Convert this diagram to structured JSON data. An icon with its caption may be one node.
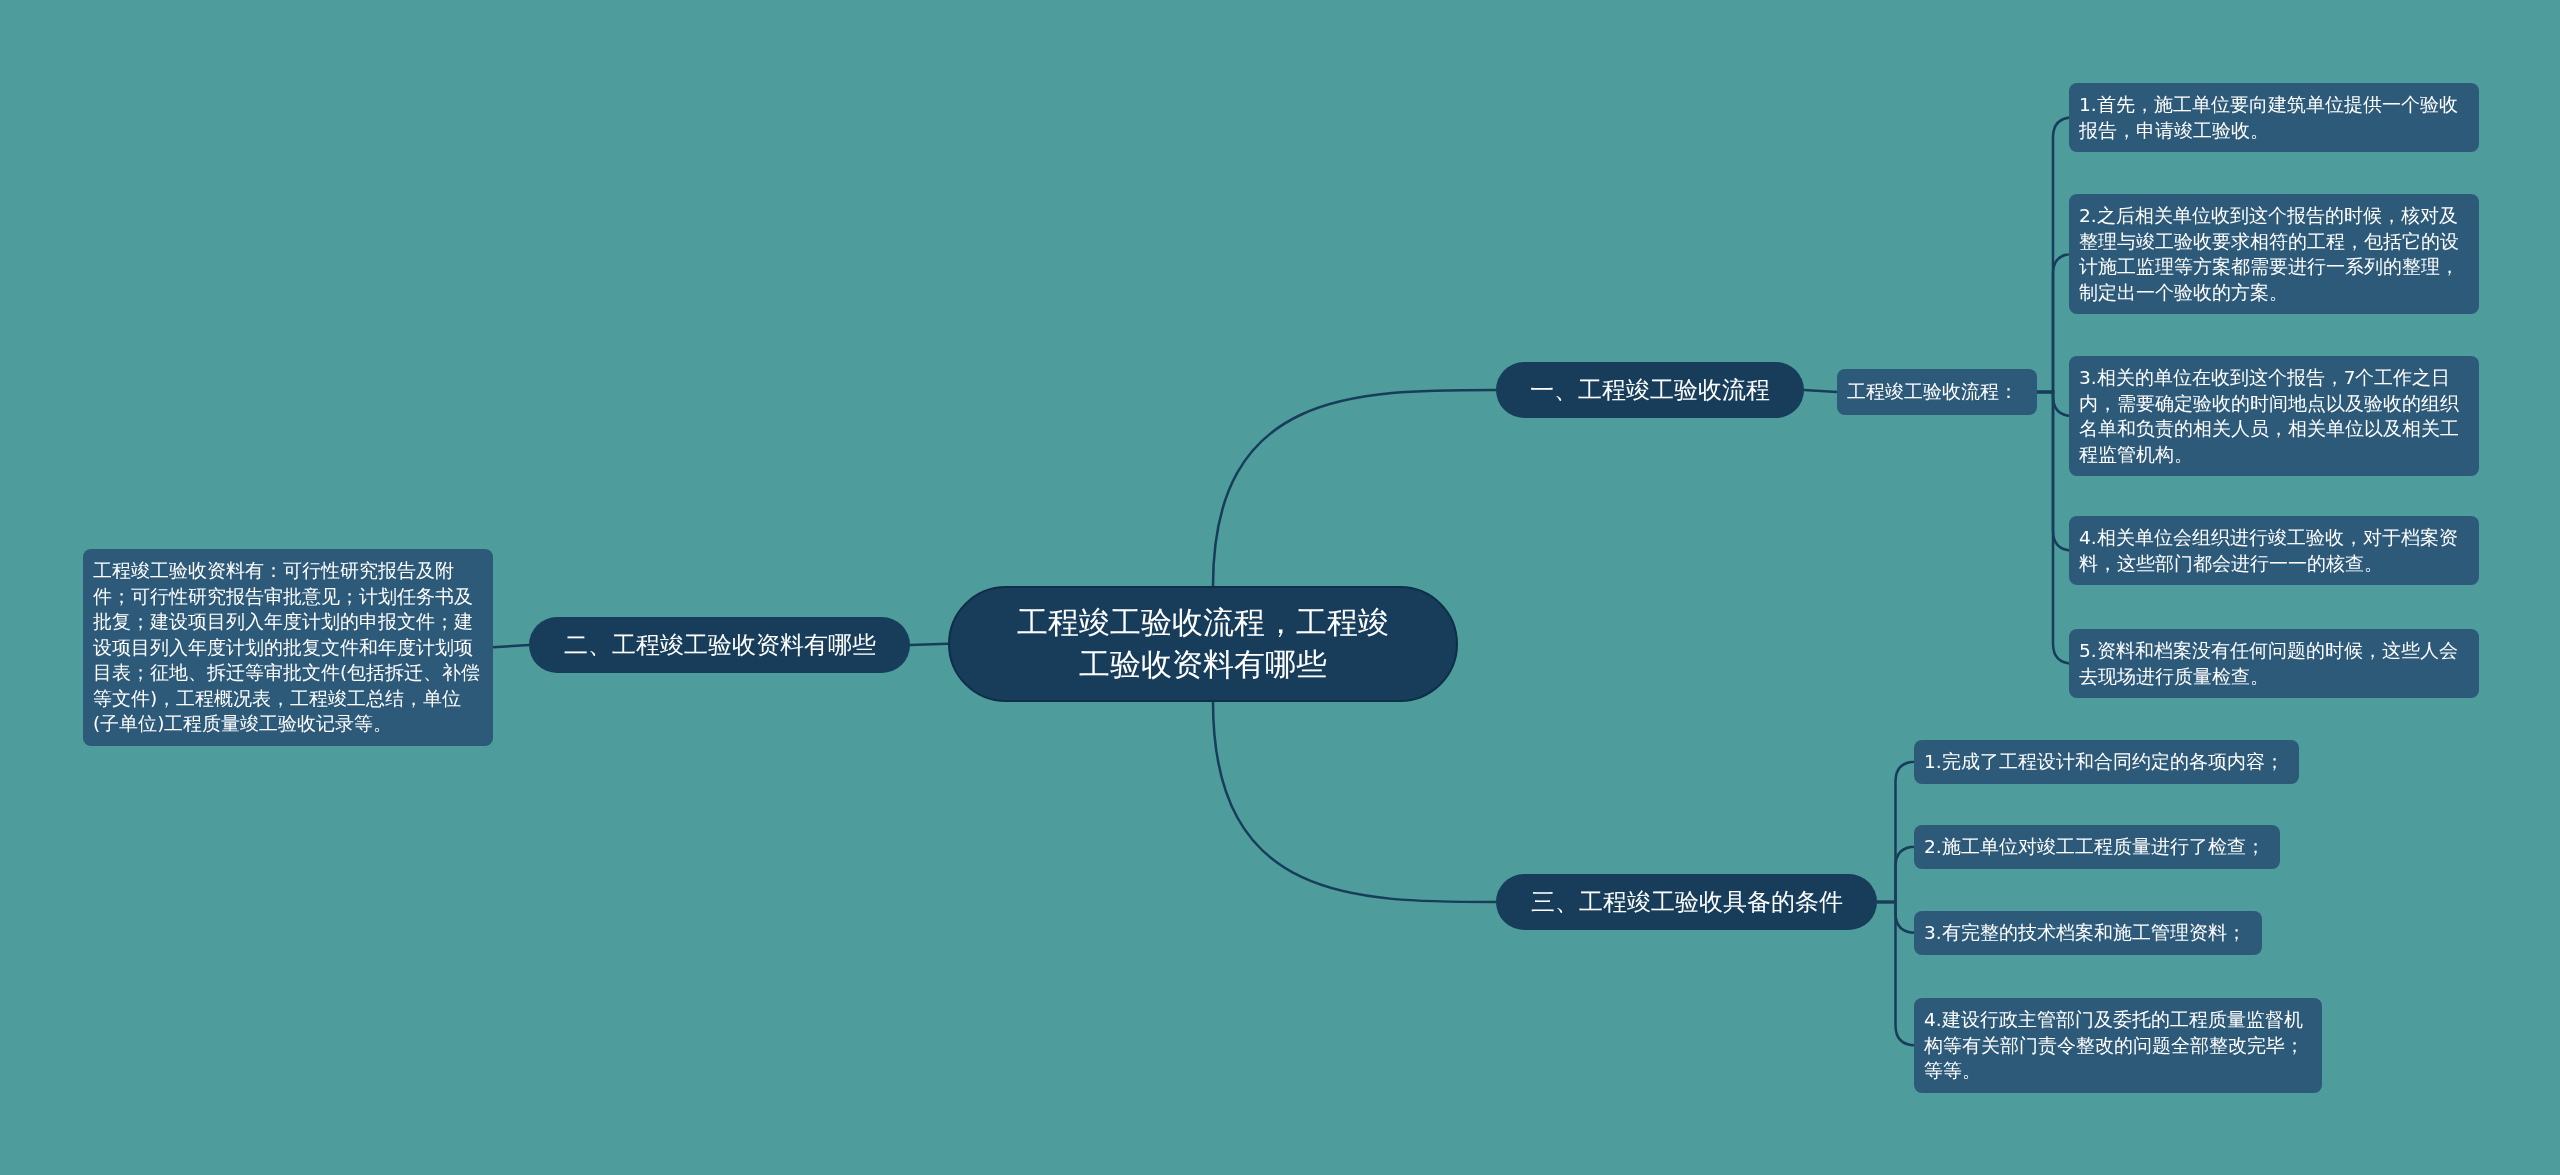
{
  "diagram": {
    "nodes": [
      {
        "text": [
          "工程竣工验收流程，工程竣工验收资料有哪些"
        ]
      },
      {
        "text": [
          "一、工程竣工验收流程"
        ]
      },
      {
        "text": [
          "工程竣工验收流程："
        ]
      },
      {
        "text": [
          "1.首先，施工单位要向建筑单位提供一个验收报告，申请竣工验收。"
        ]
      },
      {
        "text": [
          "2.之后相关单位收到这个报告的时候，核对及整理与竣工验收要求相符的工程，包括它的设计施工监理等方案都需要进行一系列的整理，制定出一个验收的方案。"
        ]
      },
      {
        "text": [
          "3.相关的单位在收到这个报告，7个工作之日内，需要确定验收的时间地点以及验收的组织名单和负责的相关人员，相关单位以及相关工程监管机构。"
        ]
      },
      {
        "text": [
          "4.相关单位会组织进行竣工验收，对于档案资料，这些部门都会进行一一的核查。"
        ]
      },
      {
        "text": [
          "5.资料和档案没有任何问题的时候，这些人会去现场进行质量检查。"
        ]
      },
      {
        "text": [
          "二、工程竣工验收资料有哪些"
        ]
      },
      {
        "text": [
          "工程竣工验收资料有：可行性研究报告及附件；可行性研究报告审批意见；计划任务书及批复；建设项目列入年度计划的申报文件；建设项目列入年度计划的批复文件和年度计划项目表；征地、拆迁等审批文件(包括拆迁、补偿等文件)，工程概况表，工程竣工总结，单位(子单位)工程质量竣工验收记录等。"
        ]
      },
      {
        "text": [
          "三、工程竣工验收具备的条件"
        ]
      },
      {
        "text": [
          "1.完成了工程设计和合同约定的各项内容；"
        ]
      },
      {
        "text": [
          "2.施工单位对竣工工程质量进行了检查；"
        ]
      },
      {
        "text": [
          "3.有完整的技术档案和施工管理资料；"
        ]
      },
      {
        "text": [
          "4.建设行政主管部门及委托的工程质量监督机构等有关部门责令整改的问题全部整改完毕；等等。"
        ]
      }
    ],
    "edges": [
      {
        "from": 0,
        "to": 1,
        "arrow": "none"
      },
      {
        "from": 1,
        "to": 2,
        "arrow": "none"
      },
      {
        "from": 2,
        "to": 3,
        "arrow": "none"
      },
      {
        "from": 2,
        "to": 4,
        "arrow": "none"
      },
      {
        "from": 2,
        "to": 5,
        "arrow": "none"
      },
      {
        "from": 2,
        "to": 6,
        "arrow": "none"
      },
      {
        "from": 2,
        "to": 7,
        "arrow": "none"
      },
      {
        "from": 0,
        "to": 8,
        "arrow": "none"
      },
      {
        "from": 8,
        "to": 9,
        "arrow": "none"
      },
      {
        "from": 0,
        "to": 10,
        "arrow": "none"
      },
      {
        "from": 10,
        "to": 11,
        "arrow": "none"
      },
      {
        "from": 10,
        "to": 12,
        "arrow": "none"
      },
      {
        "from": 10,
        "to": 13,
        "arrow": "none"
      },
      {
        "from": 10,
        "to": 14,
        "arrow": "none"
      }
    ]
  }
}
